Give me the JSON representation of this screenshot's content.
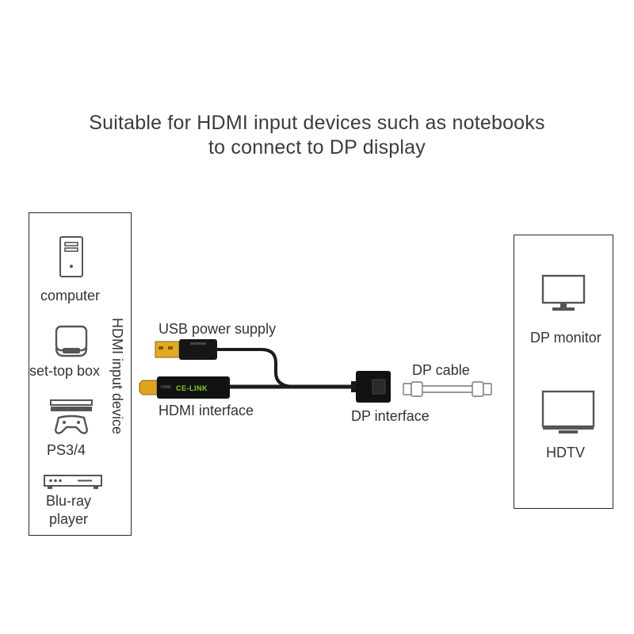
{
  "headline": {
    "line1": "Suitable for HDMI input devices such as notebooks",
    "line2": "to connect to DP display"
  },
  "input_devices": {
    "group_label": "HDMI input device",
    "items": [
      {
        "label": "computer",
        "icon": "computer-tower-icon"
      },
      {
        "label": "set-top box",
        "icon": "set-top-box-icon"
      },
      {
        "label": "PS3/4",
        "icon": "game-console-icon"
      },
      {
        "label": "Blu-ray player",
        "label_line1": "Blu-ray",
        "label_line2": "player",
        "icon": "blu-ray-player-icon"
      }
    ]
  },
  "output_displays": {
    "items": [
      {
        "label": "DP monitor",
        "icon": "monitor-icon"
      },
      {
        "label": "HDTV",
        "icon": "tv-icon"
      }
    ]
  },
  "adapter": {
    "usb_label": "USB power supply",
    "hdmi_label": "HDMI interface",
    "dp_interface_label": "DP interface",
    "dp_cable_label": "DP cable",
    "brand": "CE-LINK"
  },
  "colors": {
    "text": "#3a3a3a",
    "connector_gold": "#d9a520",
    "cable": "#1c1c1c"
  }
}
